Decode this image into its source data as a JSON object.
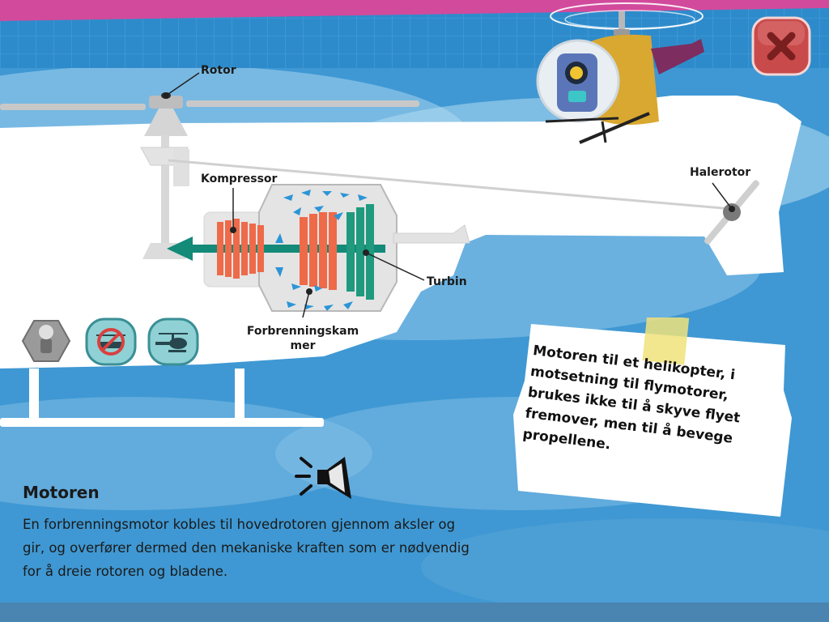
{
  "labels": {
    "rotor": "Rotor",
    "kompressor": "Kompressor",
    "halerotor": "Halerotor",
    "turbin": "Turbin",
    "forbrenningskammer": "Forbrenningskam mer"
  },
  "note": {
    "text": "Motoren til et helikopter, i motsetning til flymotorer, brukes ikke til å skyve flyet fremover, men til å bevege propellene."
  },
  "info": {
    "title": "Motoren",
    "body": "En forbrenningsmotor kobles til hovedrotoren gjennom aksler og gir, og overfører dermed den mekaniske kraften som er nødvendig for å dreie rotoren og bladene."
  },
  "controls": {
    "items": [
      {
        "name": "joystick-button",
        "icon": "joystick-icon"
      },
      {
        "name": "no-helicopter-button",
        "icon": "helicopter-crossed-icon"
      },
      {
        "name": "helicopter-button",
        "icon": "helicopter-icon"
      }
    ]
  },
  "colors": {
    "sky": "#4aa6dc",
    "compressor": "#ee6a48",
    "turbine": "#1f9a7e",
    "shaft": "#148a78",
    "arrows": "#2b95d6",
    "close_button": "#c94a4a",
    "banner": "#d24a9c"
  }
}
